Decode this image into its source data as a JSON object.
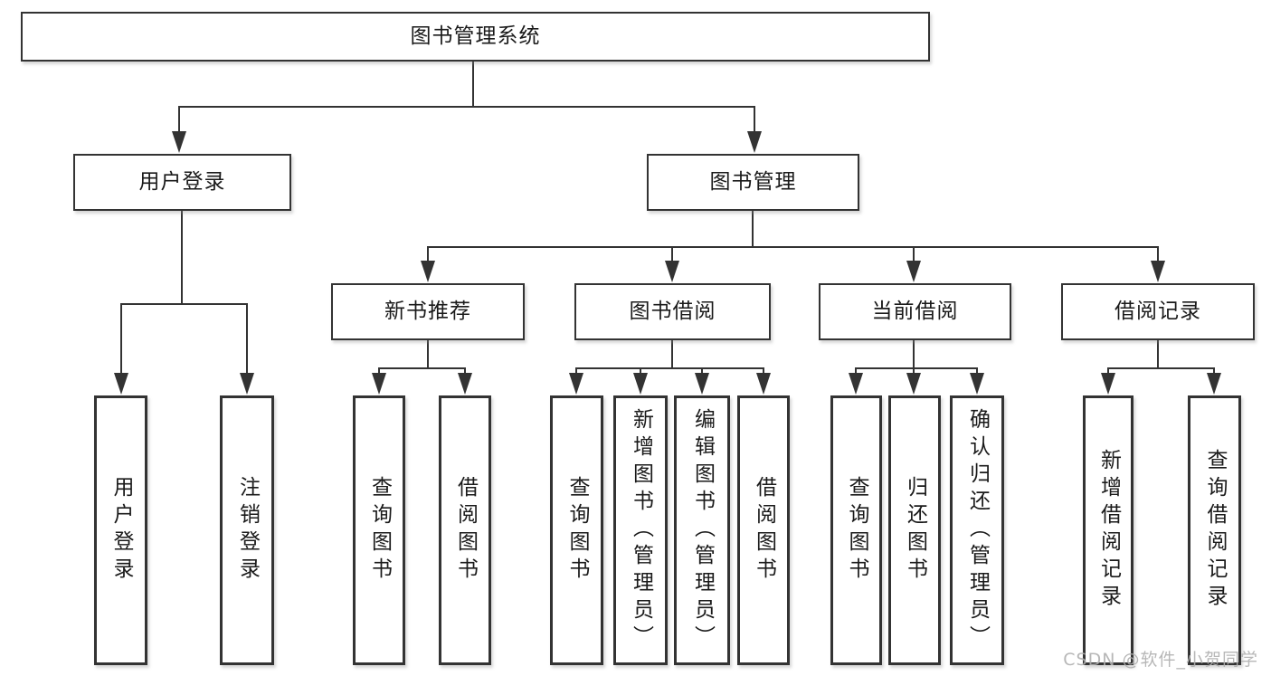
{
  "diagram": {
    "title": "图书管理系统",
    "branches": [
      {
        "label": "用户登录",
        "children": [
          {
            "label": "用户登录"
          },
          {
            "label": "注销登录"
          }
        ]
      },
      {
        "label": "图书管理",
        "children": [
          {
            "label": "新书推荐",
            "children": [
              {
                "label": "查询图书"
              },
              {
                "label": "借阅图书"
              }
            ]
          },
          {
            "label": "图书借阅",
            "children": [
              {
                "label": "查询图书"
              },
              {
                "label": "新增图书（管理员）"
              },
              {
                "label": "编辑图书（管理员）"
              },
              {
                "label": "借阅图书"
              }
            ]
          },
          {
            "label": "当前借阅",
            "children": [
              {
                "label": "查询图书"
              },
              {
                "label": "归还图书"
              },
              {
                "label": "确认归还（管理员）"
              }
            ]
          },
          {
            "label": "借阅记录",
            "children": [
              {
                "label": "新增借阅记录"
              },
              {
                "label": "查询借阅记录"
              }
            ]
          }
        ]
      }
    ]
  },
  "watermark": {
    "text": "CSDN @软件_小贺同学"
  },
  "colors": {
    "line": "#333333",
    "border": "#333333",
    "text": "#1a1a1a",
    "background": "#ffffff",
    "watermark": "#b0b0b0"
  }
}
